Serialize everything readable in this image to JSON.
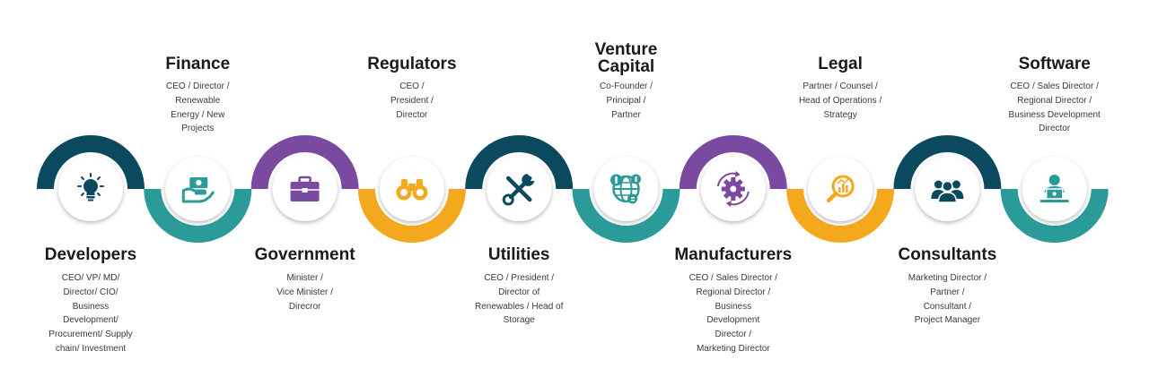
{
  "colors": {
    "teal_dark": "#0b4a5e",
    "teal": "#2a9b99",
    "purple": "#7a4aa0",
    "orange": "#f4a81d"
  },
  "sectors": [
    {
      "id": "developers",
      "title": "Developers",
      "roles": "CEO/ VP/ MD/\nDirector/ CIO/\nBusiness\nDevelopment/\nProcurement/ Supply\nchain/ Investment",
      "arc_color": "#0b4a5e",
      "icon": "lightbulb-icon"
    },
    {
      "id": "finance",
      "title": "Finance",
      "roles": "CEO / Director /\nRenewable\nEnergy / New\nProjects",
      "arc_color": "#2a9b99",
      "icon": "money-hand-icon"
    },
    {
      "id": "government",
      "title": "Government",
      "roles": "Minister /\nVice Minister /\nDirecror",
      "arc_color": "#7a4aa0",
      "icon": "briefcase-icon"
    },
    {
      "id": "regulators",
      "title": "Regulators",
      "roles": "CEO /\nPresident /\nDirector",
      "arc_color": "#f4a81d",
      "icon": "binoculars-icon"
    },
    {
      "id": "utilities",
      "title": "Utilities",
      "roles": "CEO / President /\nDirector of\nRenewables / Head of\nStorage",
      "arc_color": "#0b4a5e",
      "icon": "tools-icon"
    },
    {
      "id": "venture-capital",
      "title": "Venture\nCapital",
      "roles": "Co-Founder /\nPrincipal /\nPartner",
      "arc_color": "#2a9b99",
      "icon": "globe-currency-icon"
    },
    {
      "id": "manufacturers",
      "title": "Manufacturers",
      "roles": "CEO / Sales Director /\nRegional Director /\nBusiness\nDevelopment\nDirector /\nMarketing Director",
      "arc_color": "#7a4aa0",
      "icon": "gear-cycle-icon"
    },
    {
      "id": "legal",
      "title": "Legal",
      "roles": "Partner / Counsel /\nHead of Operations /\nStrategy",
      "arc_color": "#f4a81d",
      "icon": "magnifier-chart-icon"
    },
    {
      "id": "consultants",
      "title": "Consultants",
      "roles": "Marketing Director /\nPartner /\nConsultant /\nProject Manager",
      "arc_color": "#0b4a5e",
      "icon": "people-group-icon"
    },
    {
      "id": "software",
      "title": "Software",
      "roles": "CEO / Sales Director /\nRegional Director /\nBusiness Development\nDirector",
      "arc_color": "#2a9b99",
      "icon": "person-laptop-icon"
    }
  ]
}
